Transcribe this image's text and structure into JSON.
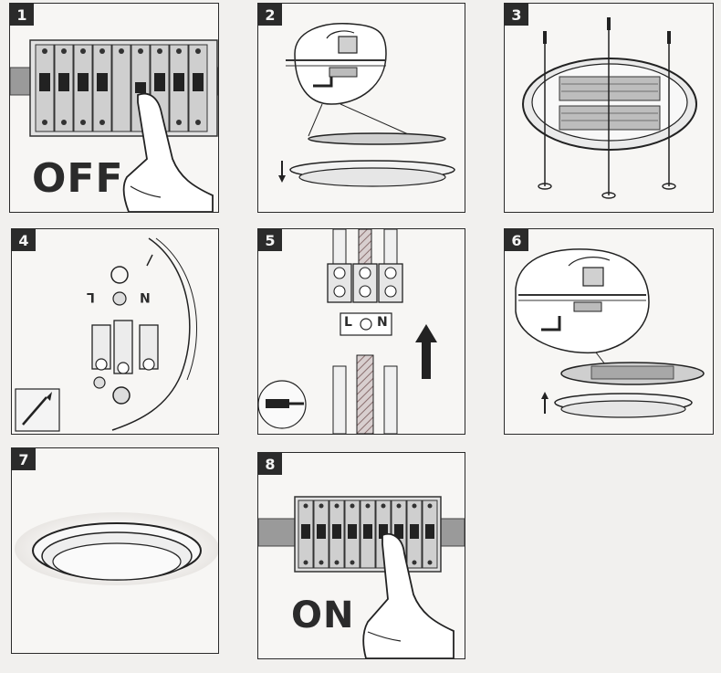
{
  "steps": [
    {
      "number": "1",
      "caption": "OFF"
    },
    {
      "number": "2"
    },
    {
      "number": "3"
    },
    {
      "number": "4",
      "terminals": {
        "left": "L",
        "right": "N"
      }
    },
    {
      "number": "5",
      "terminals": {
        "left": "L",
        "right": "N"
      }
    },
    {
      "number": "6"
    },
    {
      "number": "7"
    },
    {
      "number": "8",
      "caption": "ON"
    }
  ],
  "colors": {
    "ink": "#2b2b2b",
    "paper": "#f7f6f4",
    "breaker_grey": "#8a8a8a",
    "wire_hatch": "#b8a8a8"
  }
}
